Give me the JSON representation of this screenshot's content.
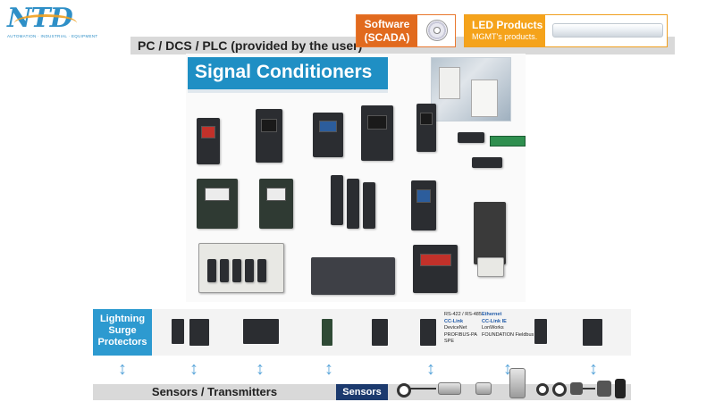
{
  "logo": {
    "mark": "NTD",
    "tagline": "AUTOMATION · INDUSTRIAL · EQUIPMENT"
  },
  "header": {
    "title": "PC / DCS / PLC (provided by the user)"
  },
  "software": {
    "line1": "Software",
    "line2": "(SCADA)"
  },
  "led": {
    "title": "LED Products",
    "subtitle": "MGMT's products."
  },
  "signal_conditioners": {
    "title": "Signal Conditioners"
  },
  "lightning_surge": {
    "line1": "Lightning",
    "line2": "Surge",
    "line3": "Protectors"
  },
  "protocols": {
    "left": [
      "RS-422 / RS-485",
      "CC-Link",
      "DeviceNet",
      "PROFIBUS-PA",
      "SPE"
    ],
    "right": [
      "Ethernet",
      "CC-Link IE",
      "LonWorks",
      "FOUNDATION Fieldbus"
    ]
  },
  "bottom": {
    "sensors_transmitters": "Sensors / Transmitters",
    "sensors": "Sensors"
  },
  "colors": {
    "signal_blue": "#1f8fc4",
    "surge_blue": "#2d9ad0",
    "software_orange": "#e16a1e",
    "led_orange": "#f5a31b",
    "sensors_navy": "#1c3a6e",
    "arrow_blue": "#5aa6da"
  },
  "icons": [
    "cd-icon",
    "led-tube-icon",
    "updown-arrow-icon"
  ]
}
